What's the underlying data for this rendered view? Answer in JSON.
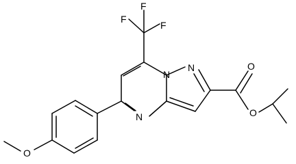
{
  "atoms": {
    "f_left": "F",
    "f_top": "F",
    "f_right": "F",
    "n_pyrazole": "N",
    "n_bridge": "N",
    "n_pyrimidine": "N",
    "o_carbonyl": "O",
    "o_ester": "O",
    "o_methoxy": "O"
  }
}
